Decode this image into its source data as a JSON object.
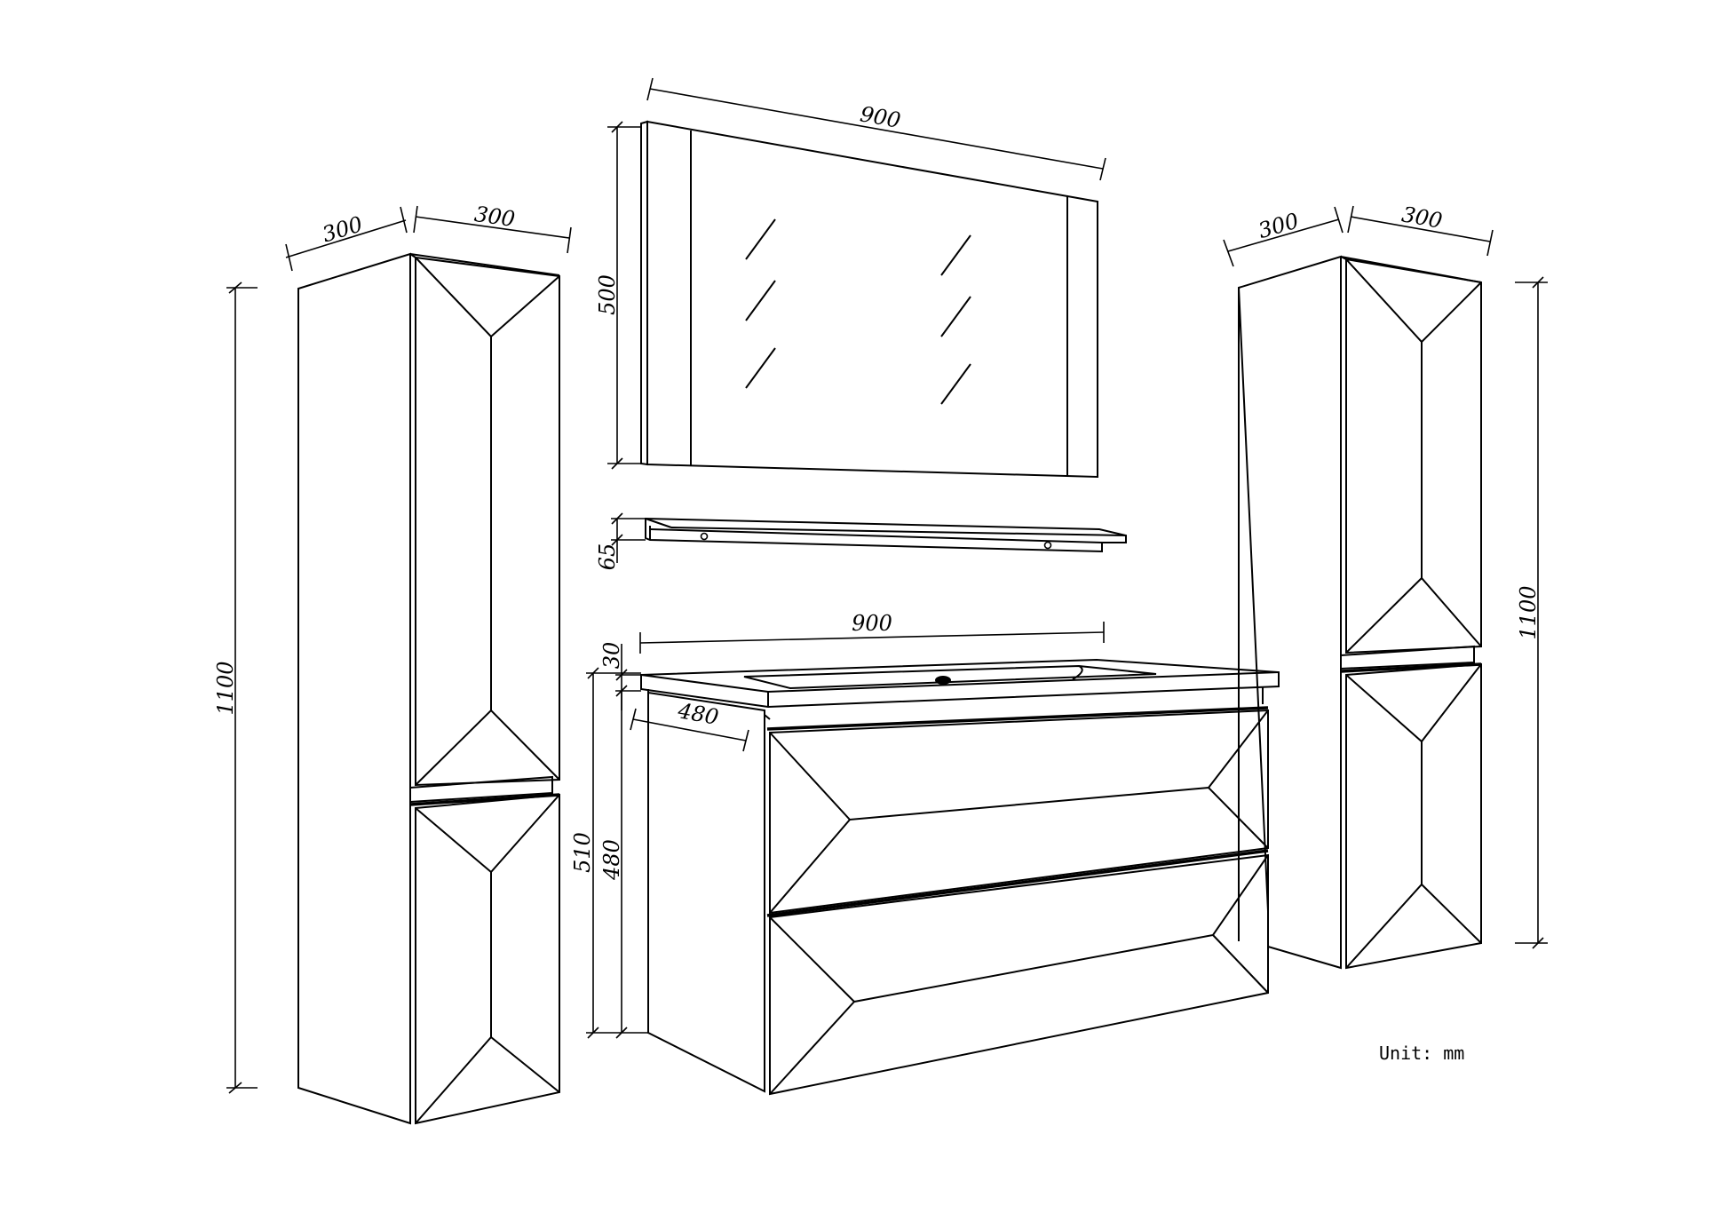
{
  "dimensions": {
    "left_tall_width": "300",
    "left_tall_depth": "300",
    "left_tall_height": "1100",
    "mirror_width": "900",
    "mirror_height": "500",
    "shelf_height": "65",
    "vanity_width": "900",
    "top_thickness": "30",
    "vanity_depth": "480",
    "vanity_total_height": "510",
    "vanity_body_height": "480",
    "right_tall_width": "300",
    "right_tall_depth": "300",
    "right_tall_height": "1100"
  },
  "unit_note": "Unit: mm"
}
